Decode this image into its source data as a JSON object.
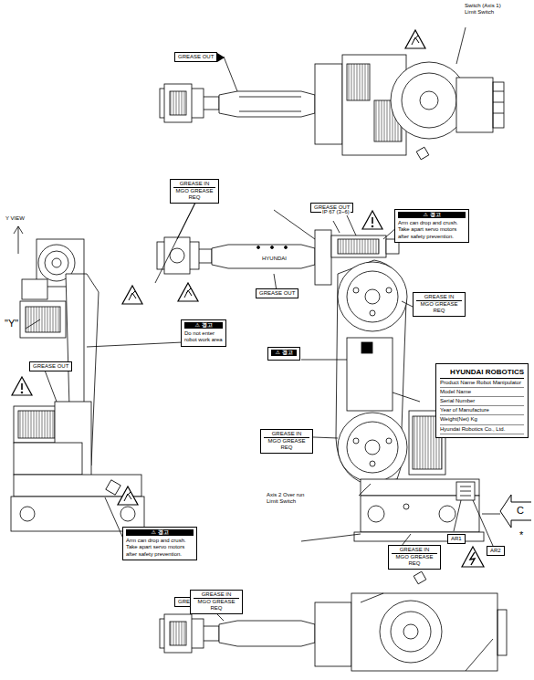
{
  "diagram": {
    "nodes": [
      {
        "text": [
          "GREASE OUT"
        ]
      },
      {
        "text": [
          "GREASE IN",
          "MGO GREASE REQ"
        ]
      },
      {
        "text": [
          "GREASE OUT"
        ]
      },
      {
        "text": [
          "⚠ 경고",
          "Arm can drop and crush. Take apart servo motors after safety prevention."
        ]
      },
      {
        "text": [
          "GREASE OUT"
        ]
      },
      {
        "text": [
          "GREASE IN",
          "MGO GREASE REQ"
        ]
      },
      {
        "text": [
          "⚠ 경고",
          "Do not enter robot work area"
        ]
      },
      {
        "text": [
          "⚠ 경고"
        ]
      },
      {
        "text": [
          "GREASE OUT"
        ]
      },
      {
        "text": [
          "HYUNDAI ROBOTICS",
          "Product Name   Robot Manipulator",
          "Model Name",
          "Serial Number",
          "Year of Manufacture",
          "Weight(Net)   Kg",
          "Hyundai Robotics Co., Ltd."
        ]
      },
      {
        "text": [
          "GREASE IN",
          "MGO GREASE REQ"
        ]
      },
      {
        "text": [
          "⚠ 경고",
          "Arm can drop and crush. Take apart servo motors after safety prevention."
        ]
      },
      {
        "text": [
          "AR1"
        ]
      },
      {
        "text": [
          "AR2"
        ]
      },
      {
        "text": [
          "GREASE IN",
          "MGO GREASE REQ"
        ]
      },
      {
        "text": [
          "GREASE OUT"
        ]
      },
      {
        "text": [
          "GREASE IN",
          "MGO GREASE REQ"
        ]
      }
    ],
    "labels": [
      "Switch (Axis 1) Limit Switch",
      "IP 67 (3~6)",
      "HYUNDAI",
      "Axis 2 Over run Limit Switch",
      "\"Y\"",
      "Y VIEW",
      "C",
      "*"
    ]
  }
}
